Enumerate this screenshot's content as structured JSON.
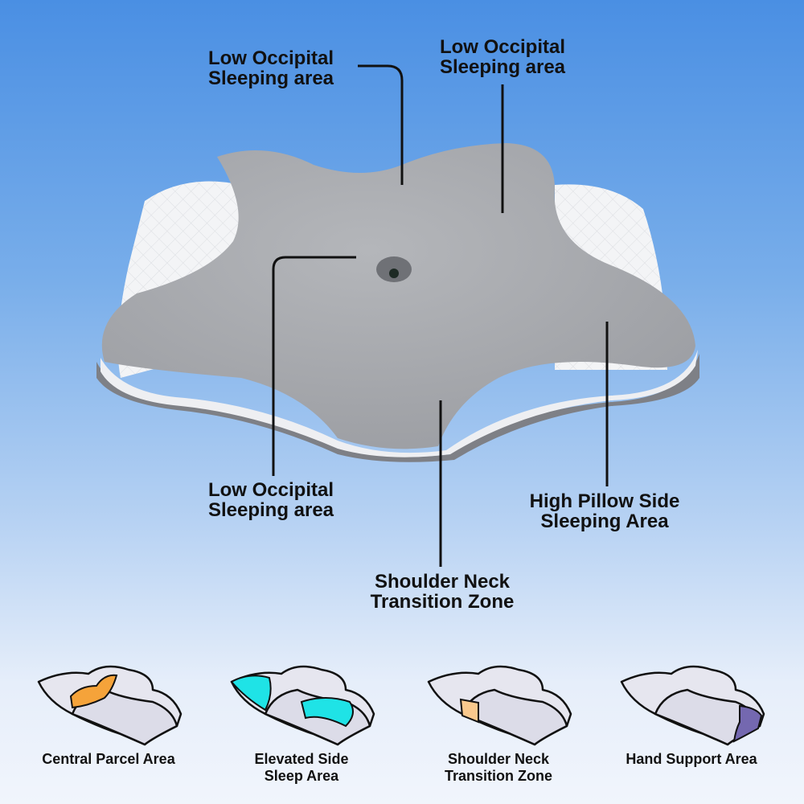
{
  "callouts": {
    "top_left": {
      "line1": "Low Occipital",
      "line2": "Sleeping area"
    },
    "top_right": {
      "line1": "Low Occipital",
      "line2": "Sleeping area"
    },
    "mid_left": {
      "line1": "Low Occipital",
      "line2": "Sleeping area"
    },
    "right": {
      "line1": "High Pillow Side",
      "line2": "Sleeping Area"
    },
    "bottom": {
      "line1": "Shoulder Neck",
      "line2": "Transition Zone"
    }
  },
  "features": [
    {
      "line1": "Central Parcel Area",
      "line2": "",
      "highlight": "#f5a33a"
    },
    {
      "line1": "Elevated Side",
      "line2": "Sleep Area",
      "highlight": "#1fe3e6"
    },
    {
      "line1": "Shoulder Neck",
      "line2": "Transition Zone",
      "highlight": "#f9c98d"
    },
    {
      "line1": "Hand Support Area",
      "line2": "",
      "highlight": "#7468b0"
    }
  ],
  "colors": {
    "pillow": "#a9abb0",
    "wing": "#f2f3f5",
    "line": "#111111"
  }
}
